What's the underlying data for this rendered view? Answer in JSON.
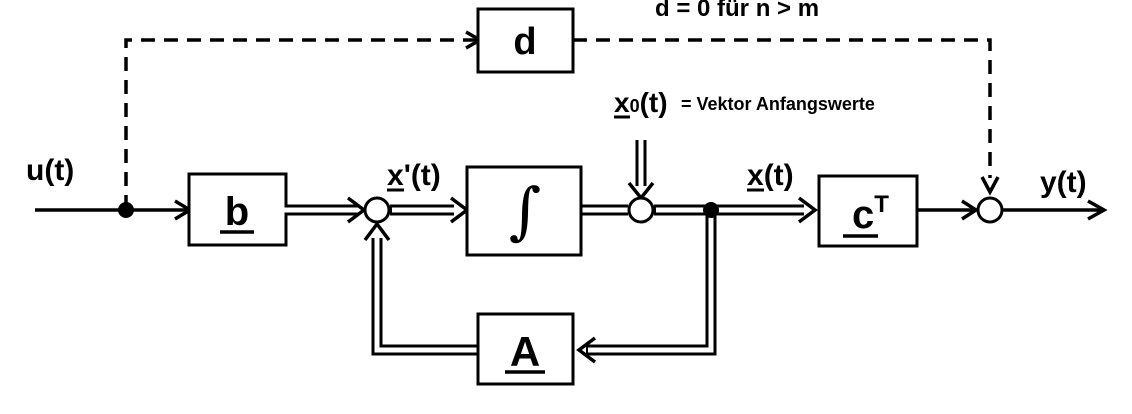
{
  "header_note": "d = 0 für n > m",
  "signals": {
    "input": "u(t)",
    "output": "y(t)",
    "state": "x(t)",
    "state_state_underline": "x",
    "state_rest": "(t)",
    "derivative_main": "x",
    "derivative_rest": "'(t)",
    "initial_main": "x",
    "initial_sub": "0",
    "initial_rest": "(t)",
    "initial_desc": "= Vektor Anfangswerte"
  },
  "blocks": {
    "d": "d",
    "b": "b",
    "integrator": "∫",
    "A": "A",
    "c_main": "c",
    "c_sup": "T"
  }
}
